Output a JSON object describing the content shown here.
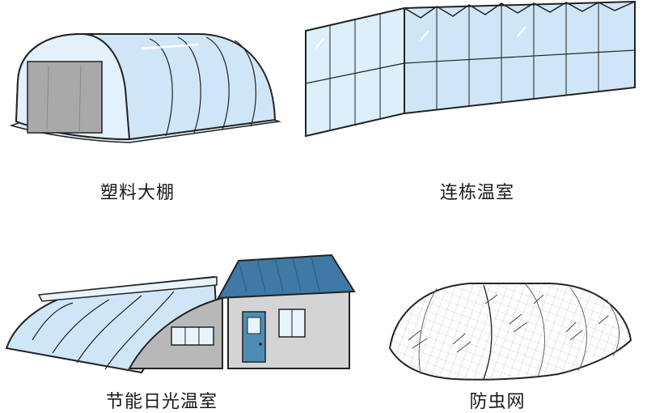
{
  "captions": {
    "plastic_tunnel": "塑料大棚",
    "multispan_greenhouse": "连栋温室",
    "solar_greenhouse": "节能日光温室",
    "insect_net": "防虫网"
  },
  "colors": {
    "film_blue": "#cfe6f6",
    "film_blue_light": "#e8f4fb",
    "door_gray": "#a9a9a9",
    "roof_blue": "#3f79a6",
    "wall_gray": "#b8b8b8",
    "house_door": "#4d8db5",
    "outline": "#222222"
  }
}
